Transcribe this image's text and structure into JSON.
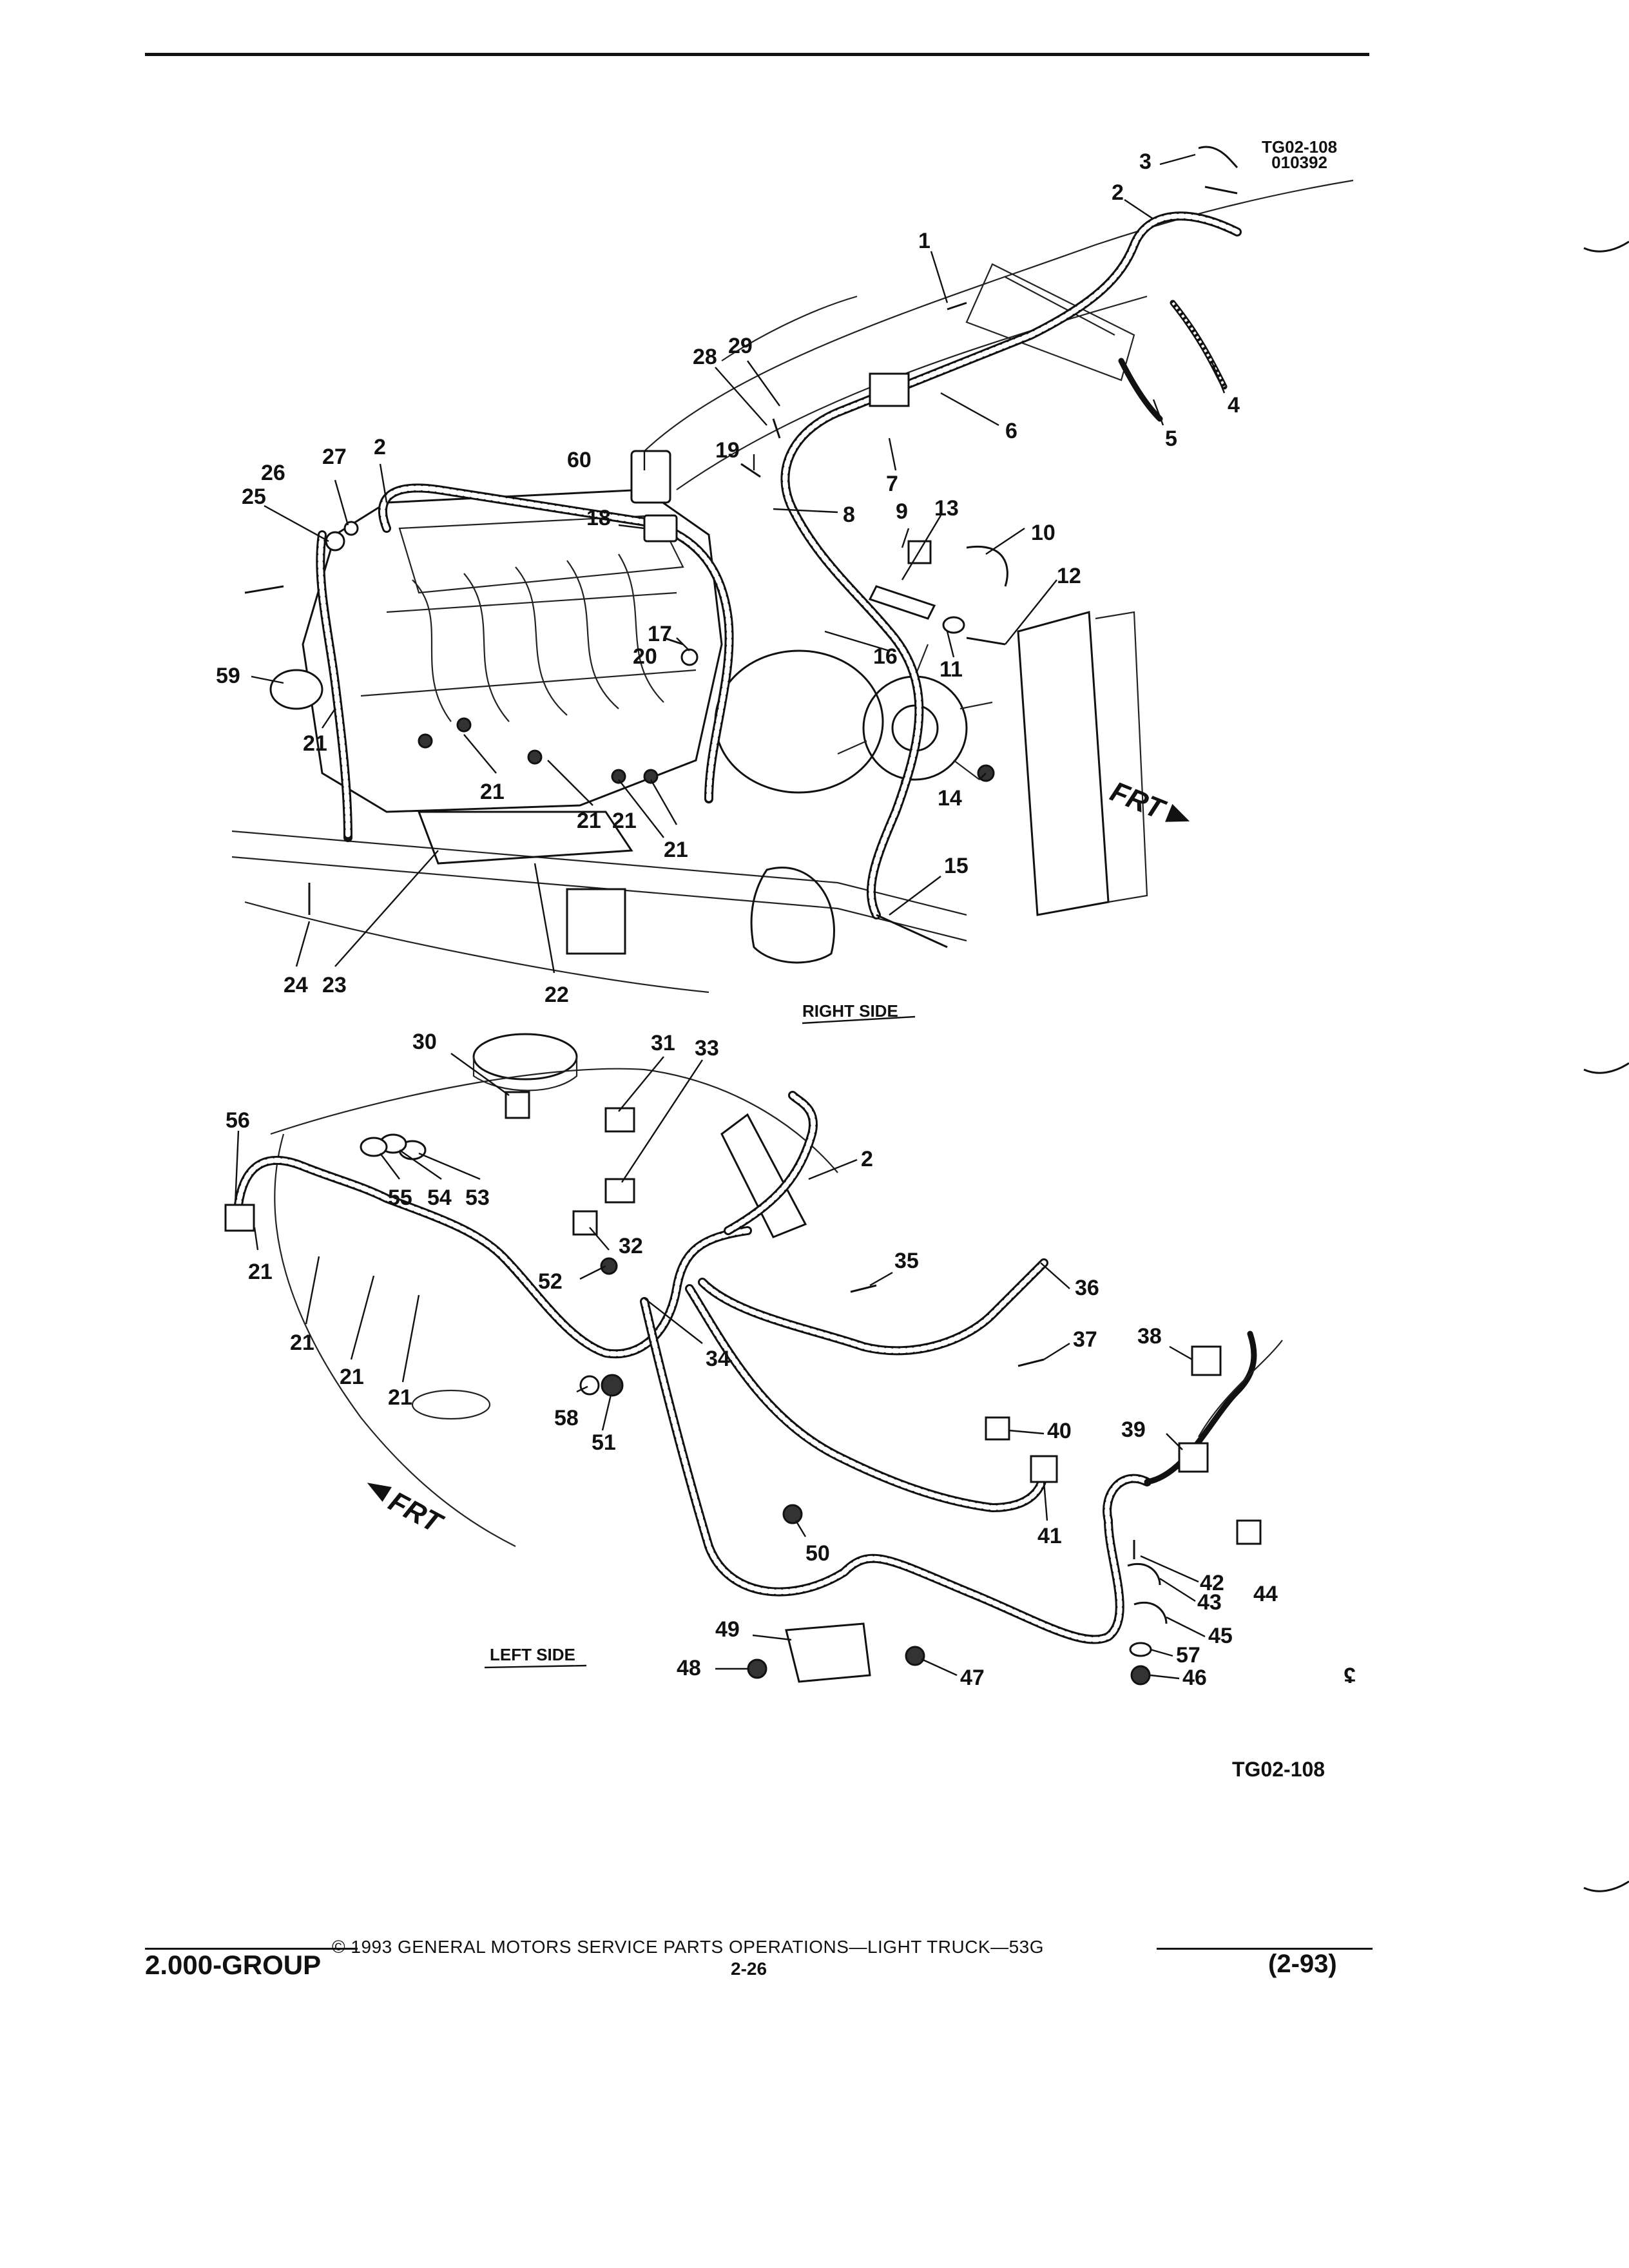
{
  "figure": {
    "ref_top_line1": "TG02-108",
    "ref_top_line2": "010392",
    "ref_bottom": "TG02-108",
    "right_side_label": "RIGHT SIDE",
    "left_side_label": "LEFT SIDE",
    "frt_label_top": "FRT",
    "frt_label_bottom": "FRT",
    "corner_mark": "ʢ"
  },
  "callouts_top": [
    "1",
    "2",
    "3",
    "4",
    "5",
    "6",
    "7",
    "8",
    "9",
    "10",
    "11",
    "12",
    "13",
    "14",
    "15",
    "16",
    "17",
    "18",
    "19",
    "20",
    "21",
    "21",
    "21",
    "21",
    "21",
    "22",
    "23",
    "24",
    "25",
    "26",
    "27",
    "28",
    "29",
    "2",
    "59",
    "60"
  ],
  "callouts_bottom": [
    "30",
    "31",
    "33",
    "2",
    "56",
    "55",
    "54",
    "53",
    "32",
    "21",
    "21",
    "21",
    "21",
    "52",
    "35",
    "36",
    "34",
    "37",
    "38",
    "39",
    "40",
    "58",
    "51",
    "50",
    "41",
    "42",
    "43",
    "44",
    "45",
    "57",
    "46",
    "49",
    "48",
    "47"
  ],
  "footer": {
    "copyright": "© 1993 GENERAL MOTORS SERVICE PARTS OPERATIONS—LIGHT TRUCK—53G",
    "group": "2.000-GROUP",
    "page": "2-26",
    "date": "(2-93)"
  }
}
